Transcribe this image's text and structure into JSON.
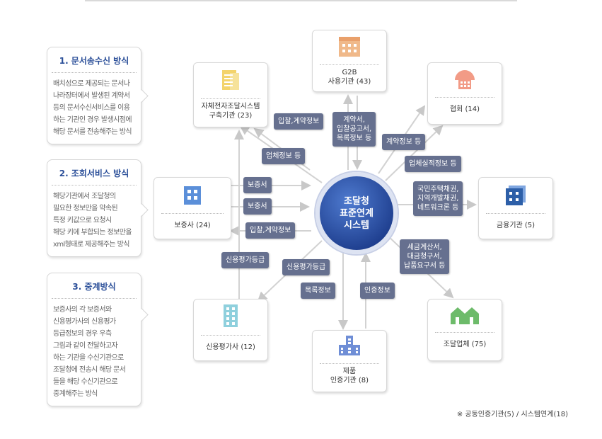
{
  "cards": [
    {
      "title": "1. 문서송수신 방식",
      "body": "배치성으로 제공되는 문서나\n나라장터에서 발생된 계약서\n등의 문서수신서비스를 이용\n하는 기관인 경우 발생시점에\n해당 문서를 전송해주는 방식"
    },
    {
      "title": "2. 조회서비스 방식",
      "body": "해당기관에서 조달청의\n필요한 정보만을 약속된\n특정 키값으로 요청시\n해당 키에 부합되는 정보만을\nxml형태로 제공해주는 방식"
    },
    {
      "title": "3. 중계방식",
      "body": "보증사의 각 보증서와\n신용평가사의 신용평가\n등급정보의 경우 우측\n그림과 같이 전달하고자\n하는 기관을 수신기관으로\n조달청에 전송시 해당 문서\n들을 해당 수신기관으로\n중계해주는 방식"
    }
  ],
  "center": {
    "label": "조달청\n표준연계\n시스템"
  },
  "entities": {
    "jaje": "자체전자조달시스템\n구축기관 (23)",
    "g2b": "G2B\n사용기관 (43)",
    "hyeophoe": "협회 (14)",
    "bojeungsa": "보증사 (24)",
    "geumyung": "금융기관 (5)",
    "sinyong": "신용평가사 (12)",
    "jepum": "제품\n인증기관 (8)",
    "jodal": "조달업체 (75)"
  },
  "tags": {
    "ipchal1": "입찰,계약정보",
    "gyeyakseo": "계약서,\n입찰공고서,\n목록정보 등",
    "gyeyak": "계약정보 등",
    "eopche": "업체정보 등",
    "silleok": "업체실적정보 등",
    "bojeungseo1": "보증서",
    "bojeungseo2": "보증서",
    "ipchal2": "입찰,계약정보",
    "gukmin": "국민주택채권,\n지역개발채권,\n네트워크론 등",
    "sinyong1": "신용평가등급",
    "sinyong2": "신용평가등급",
    "segeum": "세금계산서,\n대금청구서,\n납품요구서 등",
    "mokrok": "목록정보",
    "injeung": "인증정보"
  },
  "footnote": "※ 공동인증기관(5) / 시스템연계(18)",
  "colors": {
    "accent": "#2b4f99",
    "tag": "#66708f",
    "g2b_icon": "#f0b98a",
    "hyeophoe_icon": "#f29b86",
    "bojeungsa_icon": "#5b8fd9",
    "geumyung_icon": "#2d5fa8",
    "sinyong_icon": "#8fd0dd",
    "jepum_icon": "#6f8ed6",
    "jodal_icon": "#6dbb6a",
    "jaje_icon": "#f3d36b"
  }
}
